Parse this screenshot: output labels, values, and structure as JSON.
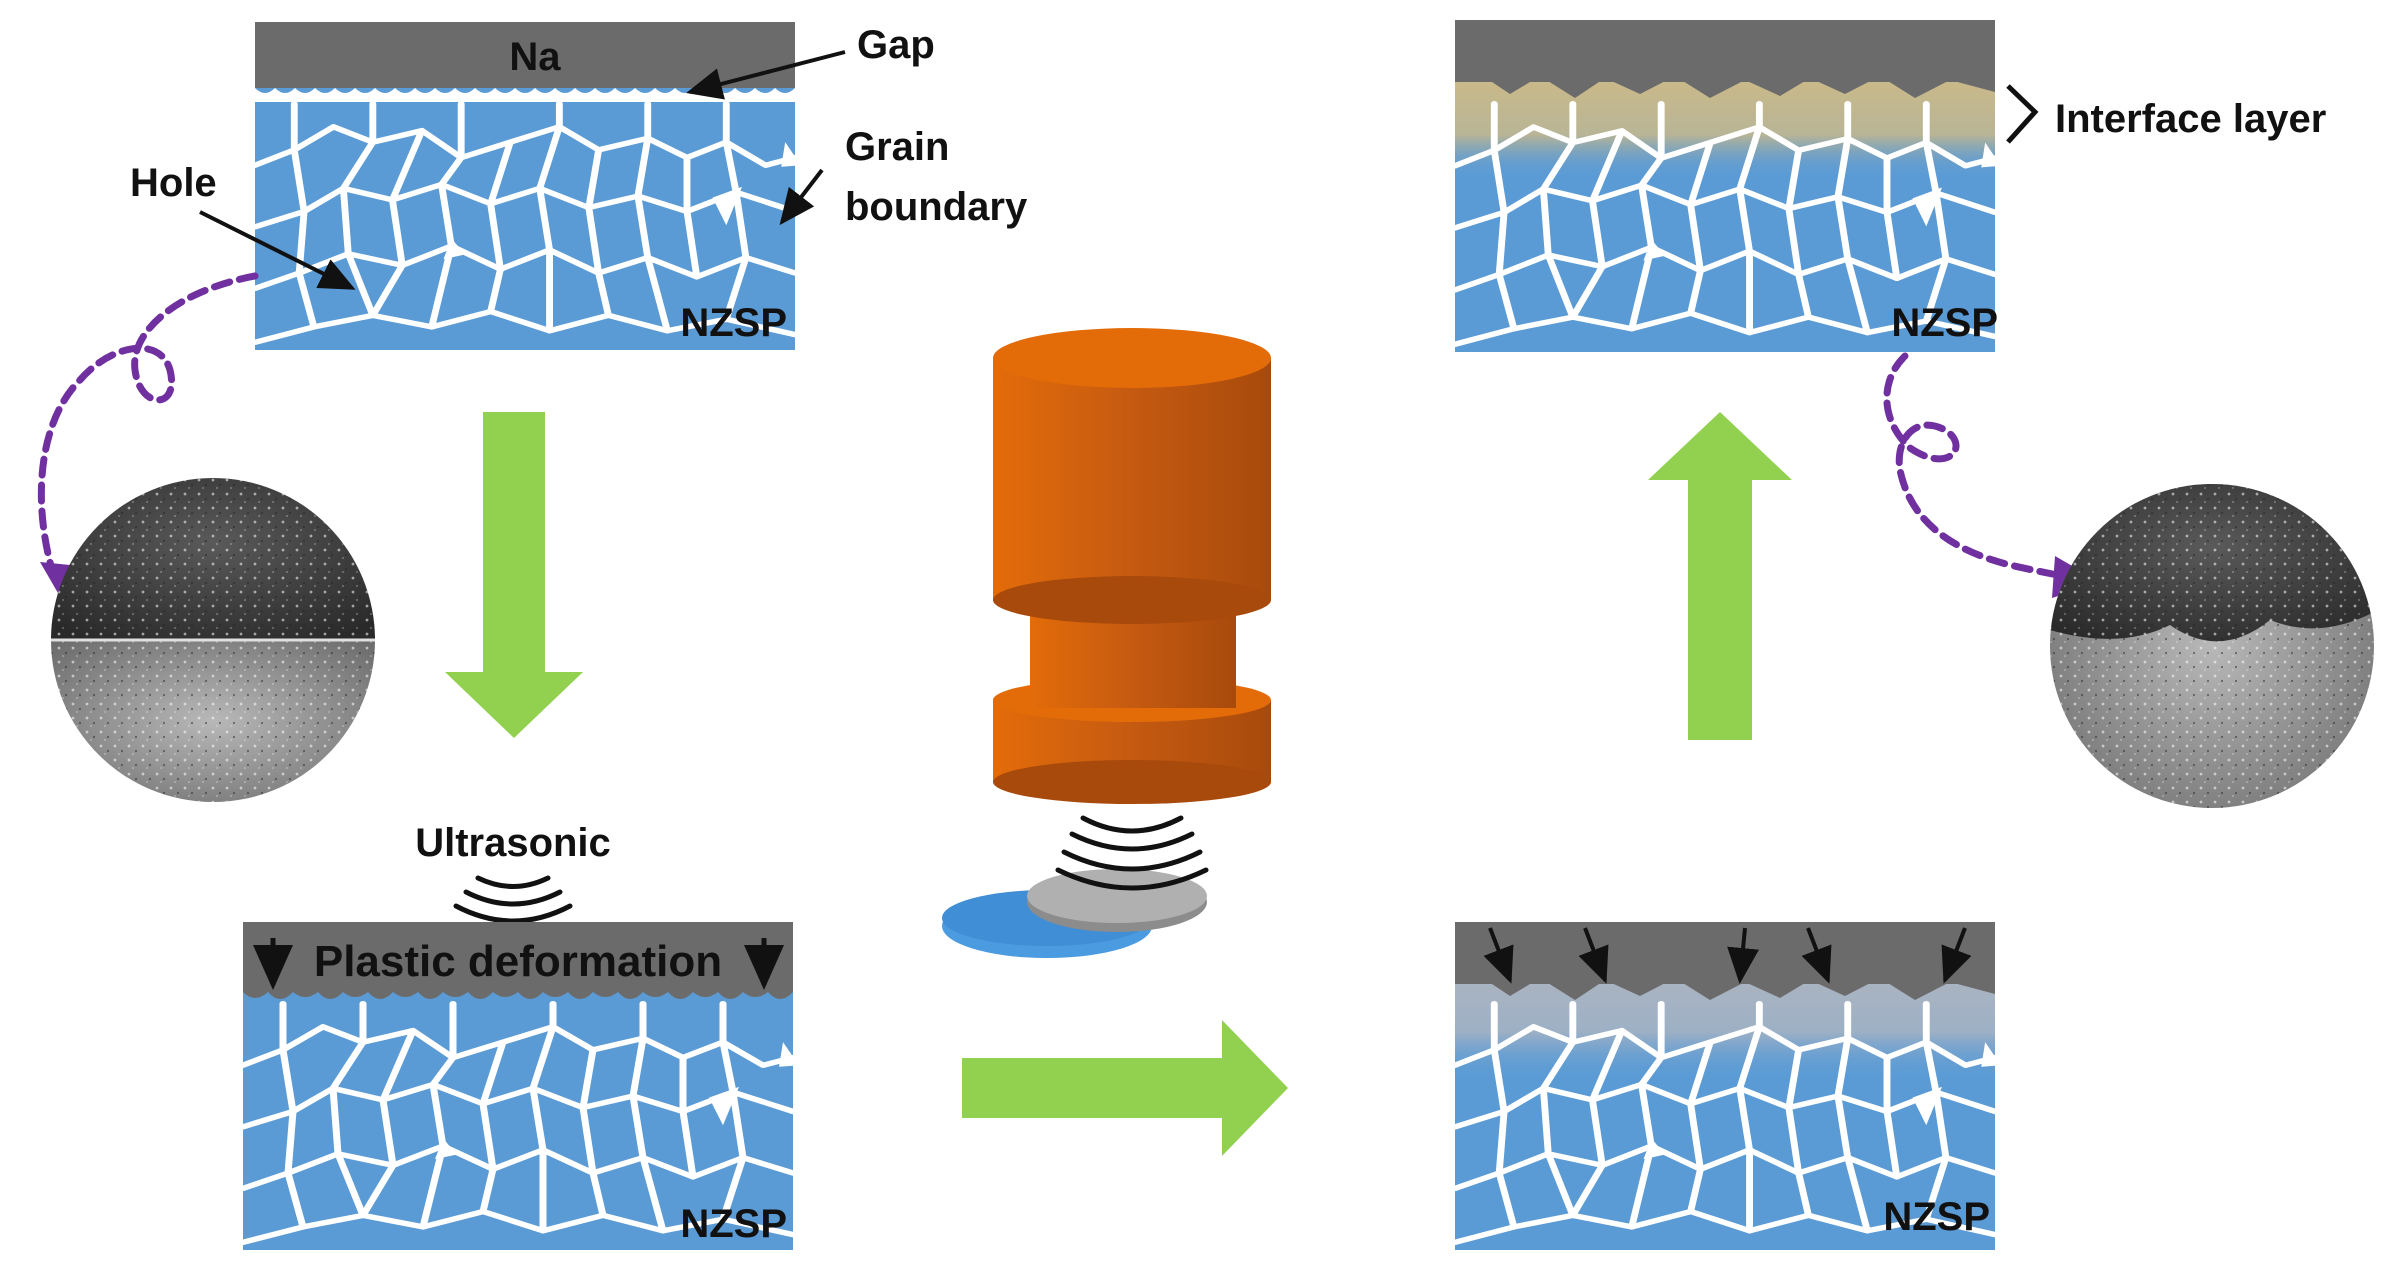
{
  "labels": {
    "na": "Na",
    "gap": "Gap",
    "grain_line1": "Grain",
    "grain_line2": "boundary",
    "hole": "Hole",
    "nzsp": "NZSP",
    "ultrasonic": "Ultrasonic",
    "plastic_deformation": "Plastic deformation",
    "interface_layer": "Interface layer"
  },
  "colors": {
    "grain_fill": "#5b9bd5",
    "sodium": "#6b6b6b",
    "interface_tan": "#c9b98a",
    "interface_grey": "#a9b4c2",
    "arrow_green": "#92d050",
    "horn_orange": "#c55a11",
    "connector_purple": "#7030a0",
    "disc_blue": "#4a9be0"
  },
  "icons": [
    "ultrasonic-horn-icon",
    "sound-wave-icon",
    "sem-micrograph-icon"
  ]
}
